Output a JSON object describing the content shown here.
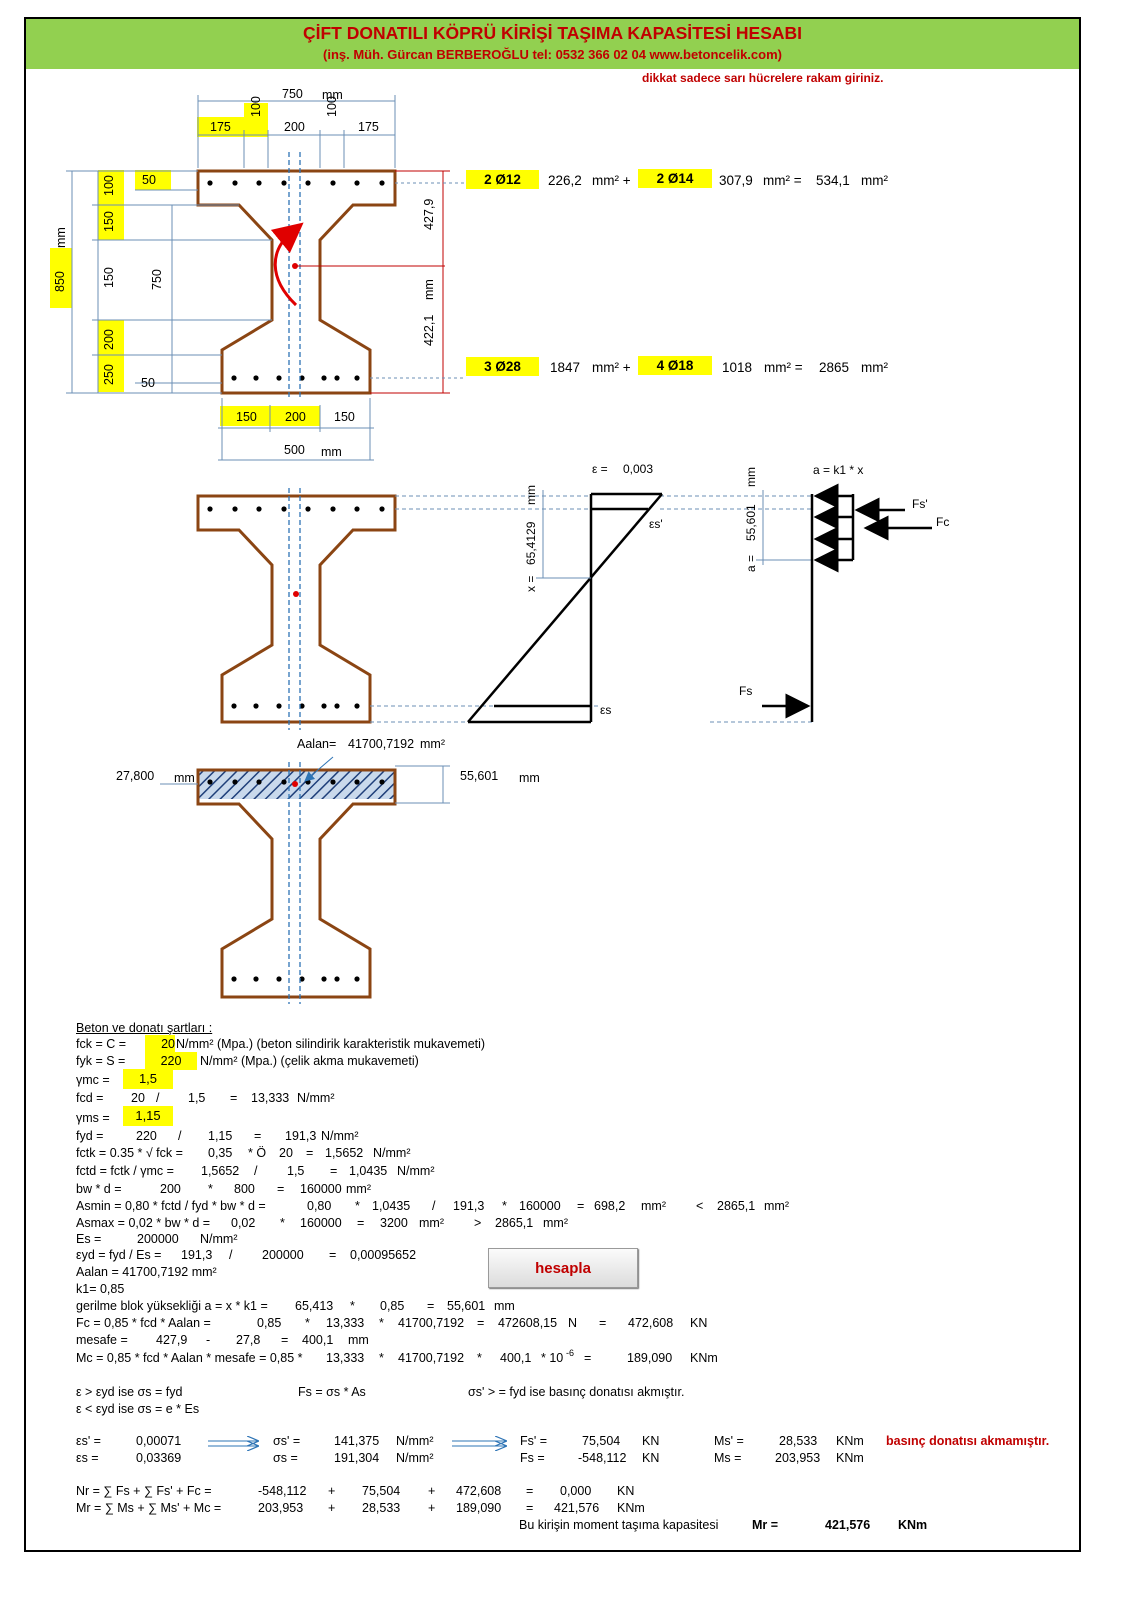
{
  "header": {
    "title": "ÇİFT DONATILI KÖPRÜ KİRİŞİ TAŞIMA KAPASİTESİ HESABI",
    "subtitle": "(inş. Müh. Gürcan BERBEROĞLU tel: 0532 366 02 04  www.betoncelik.com)",
    "warning": "dikkat sadece sarı hücrelere rakam giriniz."
  },
  "section": {
    "top_total_width": "750",
    "top_total_unit": "mm",
    "top_left": "175",
    "top_slope_left": "100",
    "top_web": "200",
    "top_slope_right": "100",
    "top_right": "175",
    "height_total": "850",
    "height_unit": "mm",
    "h_flange_top": "100",
    "h_slope_top": "150",
    "h_web": "150",
    "h_slope_bot": "200",
    "h_flange_bot": "250",
    "inner_height": "750",
    "cover_top": "50",
    "cover_bot": "50",
    "dist_top": "427,9",
    "dist_bot": "422,1",
    "dist_unit": "mm",
    "bot_left": "150",
    "bot_web": "200",
    "bot_right": "150",
    "bot_total": "500",
    "bot_total_unit": "mm",
    "top_rebar": {
      "a": "2 Ø12",
      "a_area": "226,2",
      "plus": "mm² +",
      "b": "2 Ø14",
      "b_area": "307,9",
      "eq": "mm² =",
      "total": "534,1",
      "unit": "mm²"
    },
    "bot_rebar": {
      "a": "3 Ø28",
      "a_area": "1847",
      "plus": "mm² +",
      "b": "4 Ø18",
      "b_area": "1018",
      "eq": "mm² =",
      "total": "2865",
      "unit": "mm²"
    }
  },
  "diagram": {
    "eps_label": "ε =",
    "eps_value": "0,003",
    "eps_s_prime": "εs'",
    "eps_s": "εs",
    "x_label": "x =",
    "x_value": "65,4129",
    "x_unit": "mm",
    "a_label": "a =",
    "a_value": "55,601",
    "a_unit": "mm",
    "a_formula": "a = k1 * x",
    "fs_prime": "Fs'",
    "fc": "Fc",
    "fs": "Fs"
  },
  "third": {
    "area_label": "Aalan=",
    "area_value": "41700,7192",
    "area_unit": "mm²",
    "centroid": "27,800",
    "centroid_unit": "mm",
    "depth": "55,601",
    "depth_unit": "mm"
  },
  "calc": {
    "heading": "Beton ve donatı şartları :",
    "fck_label": "fck = C =",
    "fck": "20",
    "fck_desc": "N/mm² (Mpa.) (beton silindirik karakteristik mukavemeti)",
    "fyk_label": "fyk = S =",
    "fyk": "220",
    "fyk_desc": "N/mm² (Mpa.) (çelik akma mukavemeti)",
    "gmc_label": "γmc =",
    "gmc": "1,5",
    "fcd_line": [
      "fcd =",
      "20",
      "/",
      "1,5",
      "=",
      "13,333",
      "N/mm²"
    ],
    "gms_label": "γms =",
    "gms": "1,15",
    "fyd_line": [
      "fyd =",
      "220",
      "/",
      "1,15",
      "=",
      "191,3",
      "N/mm²"
    ],
    "fctk_line": [
      "fctk = 0.35 * √ fck =",
      "0,35",
      "* Ö",
      "20",
      "=",
      "1,5652",
      "N/mm²"
    ],
    "fctd_line": [
      "fctd = fctk / γmc =",
      "1,5652",
      "/",
      "1,5",
      "=",
      "1,0435",
      "N/mm²"
    ],
    "bwd_line": [
      "bw * d =",
      "200",
      "*",
      "800",
      "=",
      "160000",
      "mm²"
    ],
    "asmin_line": [
      "Asmin = 0,80 * fctd / fyd * bw * d =",
      "0,80",
      "*",
      "1,0435",
      "/",
      "191,3",
      "*",
      "160000",
      "=",
      "698,2",
      "mm²",
      "<",
      "2865,1",
      "mm²"
    ],
    "asmax_line": [
      "Asmax = 0,02 * bw * d =",
      "0,02",
      "*",
      "160000",
      "=",
      "3200",
      "mm²",
      ">",
      "2865,1",
      "mm²"
    ],
    "es_line": [
      "Es =",
      "200000",
      "N/mm²"
    ],
    "eyd_line": [
      "εyd = fyd / Es =",
      "191,3",
      "/",
      "200000",
      "=",
      "0,00095652"
    ],
    "aalan_line": "Aalan = 41700,7192 mm²",
    "k1_line": "k1=  0,85",
    "block_line": [
      "gerilme blok yüksekliği   a = x * k1 =",
      "65,413",
      "*",
      "0,85",
      "=",
      "55,601",
      "mm"
    ],
    "fc_line": [
      "Fc = 0,85 * fcd * Aalan =",
      "0,85",
      "*",
      "13,333",
      "*",
      "41700,7192",
      "=",
      "472608,15",
      "N",
      "=",
      "472,608",
      "KN"
    ],
    "mesafe_line": [
      "mesafe =",
      "427,9",
      "-",
      "27,8",
      "=",
      "400,1",
      "mm"
    ],
    "mc_line": [
      "Mc = 0,85 * fcd * Aalan * mesafe = 0,85 *",
      "13,333",
      "*",
      "41700,7192",
      "*",
      "400,1",
      "* 10",
      "-6",
      "=",
      "189,090",
      "KNm"
    ],
    "rule1": [
      "ε  >  εyd    ise    σs = fyd",
      "Fs = σs * As",
      "σs'  > = fyd  ise basınç donatısı akmıştır."
    ],
    "rule2": [
      "ε  <  εyd    ise    σs = e * Es"
    ],
    "row_sp": [
      "εs' =",
      "0,00071",
      "σs' =",
      "141,375",
      "N/mm²",
      "Fs' =",
      "75,504",
      "KN",
      "Ms' =",
      "28,533",
      "KNm"
    ],
    "status": "basınç donatısı akmamıştır.",
    "row_s": [
      "εs =",
      "0,03369",
      "σs =",
      "191,304",
      "N/mm²",
      "Fs =",
      "-548,112",
      "KN",
      "Ms =",
      "203,953",
      "KNm"
    ],
    "nr_line": [
      "Nr = ∑ Fs + ∑ Fs' + Fc =",
      "-548,112",
      "+",
      "75,504",
      "+",
      "472,608",
      "=",
      "0,000",
      "KN"
    ],
    "mr_line": [
      "Mr = ∑ Ms + ∑ Ms' + Mc =",
      "203,953",
      "+",
      "28,533",
      "+",
      "189,090",
      "=",
      "421,576",
      "KNm"
    ],
    "final": {
      "label": "Bu kirişin moment taşıma kapasitesi",
      "mr": "Mr =",
      "value": "421,576",
      "unit": "KNm"
    }
  },
  "button": {
    "label": "hesapla"
  },
  "colors": {
    "header_bg": "#92d050",
    "highlight": "#ffff00",
    "outline": "#8b4513",
    "accent": "#c00000",
    "dash": "#2e74b5"
  }
}
